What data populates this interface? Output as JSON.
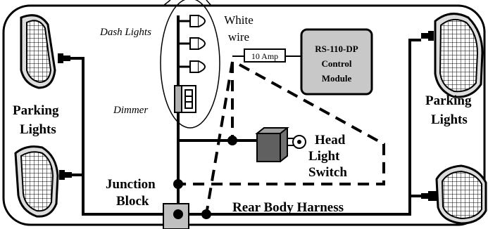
{
  "labels": {
    "dash_lights": "Dash Lights",
    "dimmer": "Dimmer",
    "white_wire_line1": "White",
    "white_wire_line2": "wire",
    "fuse": "10 Amp",
    "module_line1": "RS-110-DP",
    "module_line2": "Control",
    "module_line3": "Module",
    "head_light_switch_line1": "Head",
    "head_light_switch_line2": "Light",
    "head_light_switch_line3": "Switch",
    "parking_lights_left_line1": "Parking",
    "parking_lights_left_line2": "Lights",
    "parking_lights_right_line1": "Parking",
    "parking_lights_right_line2": "Lights",
    "junction_block_line1": "Junction",
    "junction_block_line2": "Block",
    "rear_body_harness": "Rear Body Harness"
  },
  "colors": {
    "wire": "#000000",
    "module_fill": "#c8c8c8",
    "junction_fill": "#c0c0c0",
    "switch_fill": "#707070",
    "lamp_fill": "#ffffff"
  }
}
